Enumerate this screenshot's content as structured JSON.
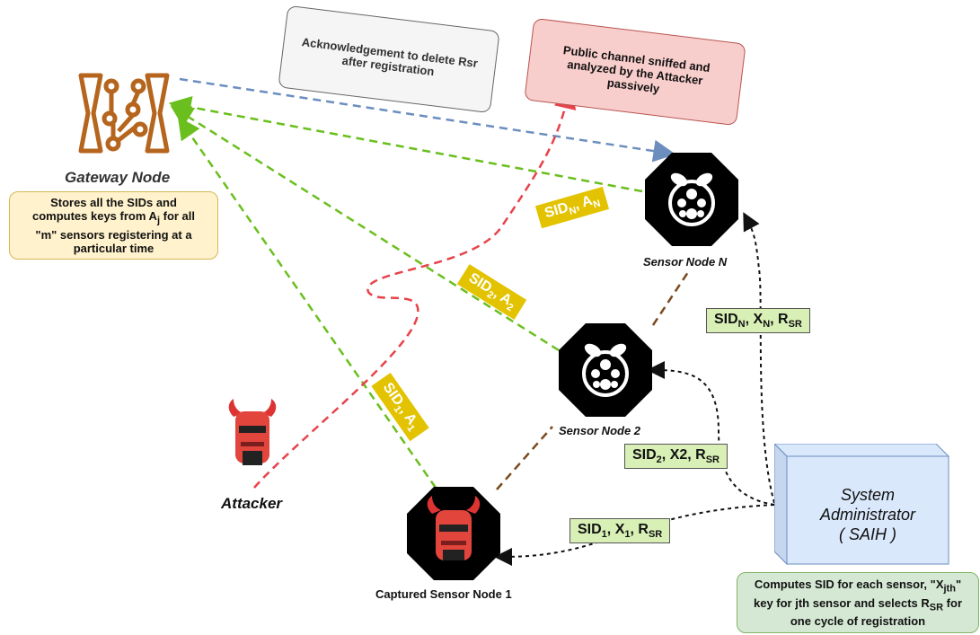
{
  "gateway": {
    "title": "Gateway Node",
    "note_lines": [
      "Stores all the SIDs and",
      "computes keys from A",
      "j",
      " for all",
      "\"m\" sensors registering at a",
      "particular time"
    ]
  },
  "ack_note": {
    "line1": "Acknowledgement to delete Rsr",
    "line2": "after registration"
  },
  "public_note": {
    "line1": "Public channel sniffed and",
    "line2": "analyzed by the Attacker",
    "line3": "passively"
  },
  "attacker": {
    "label": "Attacker"
  },
  "sensor_n": {
    "label": "Sensor Node N"
  },
  "sensor_2": {
    "label": "Sensor Node 2"
  },
  "sensor_1": {
    "label": "Captured Sensor Node 1"
  },
  "admin": {
    "line1": "System",
    "line2": "Administrator",
    "line3": "( SAIH )"
  },
  "admin_note": {
    "line1a": "Computes SID for each sensor, \"X",
    "line1sub": "jth",
    "line1b": "\"",
    "line2a": "key for jth sensor and selects R",
    "line2sub": "SR",
    "line2b": " for",
    "line3": "one cycle of registration"
  },
  "gw_msgs": {
    "n": {
      "a": "SID",
      "asub": "N",
      "b": ", A",
      "bsub": "N"
    },
    "two": {
      "a": "SID",
      "asub": "2",
      "b": ", A",
      "bsub": "2"
    },
    "one": {
      "a": "SID",
      "asub": "1",
      "b": ", A",
      "bsub": "1"
    }
  },
  "admin_msgs": {
    "n": {
      "a": "SID",
      "asub": "N",
      "b": ", X",
      "bsub": "N",
      "c": ", R",
      "csub": "SR"
    },
    "two": {
      "a": "SID",
      "asub": "2",
      "b": ", X2, R",
      "csub": "SR"
    },
    "one": {
      "a": "SID",
      "asub": "1",
      "b": ", X",
      "bsub": "1",
      "c": ", R",
      "csub": "SR"
    }
  },
  "colors": {
    "green_dash": "#6abf1e",
    "blue_dash": "#6c8ebf",
    "red_dash": "#e8424a",
    "brown_dash": "#7a4a1e",
    "black_dash": "#111111",
    "gateway_icon": "#b5651d",
    "badge": "#e3c300",
    "admin_box": "#d8e6fb"
  }
}
